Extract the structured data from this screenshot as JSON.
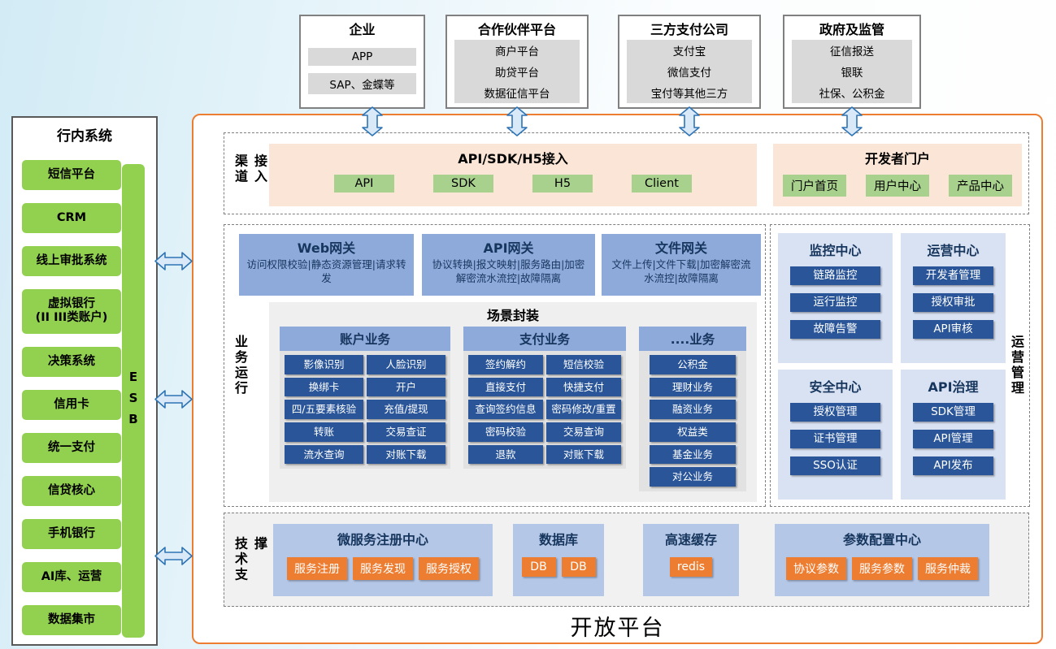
{
  "colors": {
    "accent_orange": "#ED7D31",
    "orange_fill": "#FBE5D6",
    "green": "#92D050",
    "light_green": "#A9D18E",
    "blue_header": "#8EAADB",
    "navy_item": "#2A5699",
    "navy_text": "#17365D",
    "ops_box_blue": "#D9E2F3",
    "tech_box_blue": "#B4C7E7",
    "gray_item": "#D9D9D9",
    "arrow_blue": "#2E74B5"
  },
  "external_systems": [
    {
      "title": "企业",
      "items": [
        "APP",
        "SAP、金蝶等"
      ]
    },
    {
      "title": "合作伙伴平台",
      "items": [
        "商户平台",
        "助贷平台",
        "数据征信平台"
      ]
    },
    {
      "title": "三方支付公司",
      "items": [
        "支付宝",
        "微信支付",
        "宝付等其他三方"
      ]
    },
    {
      "title": "政府及监管",
      "items": [
        "征信报送",
        "银联",
        "社保、公积金"
      ]
    }
  ],
  "sidebar": {
    "title": "行内系统",
    "items": [
      "短信平台",
      "CRM",
      "线上审批系统",
      "虚拟银行\n(II III类账户)",
      "决策系统",
      "信用卡",
      "统一支付",
      "信贷核心",
      "手机银行",
      "AI库、运营",
      "数据集市"
    ],
    "esb_label": "ESB"
  },
  "platform": {
    "title": "开放平台",
    "channel": {
      "label": "渠道接入",
      "access": {
        "title": "API/SDK/H5接入",
        "buttons": [
          "API",
          "SDK",
          "H5",
          "Client"
        ]
      },
      "portal": {
        "title": "开发者门户",
        "buttons": [
          "门户首页",
          "用户中心",
          "产品中心"
        ]
      }
    },
    "business": {
      "label": "业务运行",
      "gateways": [
        {
          "title": "Web网关",
          "desc": "访问权限校验|静态资源管理|请求转发"
        },
        {
          "title": "API网关",
          "desc": "协议转换|报文映射|服务路由|加密解密流水流控|故障隔离"
        },
        {
          "title": "文件网关",
          "desc": "文件上传|文件下载|加密解密流水流控|故障隔离"
        }
      ],
      "scenario": {
        "title": "场景封装",
        "columns": [
          {
            "title": "账户业务",
            "items": [
              "影像识别",
              "人脸识别",
              "换绑卡",
              "开户",
              "四/五要素核验",
              "充值/提现",
              "转账",
              "交易查证",
              "流水查询",
              "对账下载"
            ]
          },
          {
            "title": "支付业务",
            "items": [
              "签约解约",
              "短信校验",
              "直接支付",
              "快捷支付",
              "查询签约信息",
              "密码修改/重置",
              "密码校验",
              "交易查询",
              "退款",
              "对账下载"
            ]
          },
          {
            "title": "....业务",
            "items": [
              "公积金",
              "理财业务",
              "融资业务",
              "权益类",
              "基金业务",
              "对公业务"
            ]
          }
        ]
      }
    },
    "operations": {
      "label": "运营管理",
      "centers": [
        {
          "title": "监控中心",
          "items": [
            "链路监控",
            "运行监控",
            "故障告警"
          ]
        },
        {
          "title": "运营中心",
          "items": [
            "开发者管理",
            "授权审批",
            "API审核"
          ]
        },
        {
          "title": "安全中心",
          "items": [
            "授权管理",
            "证书管理",
            "SSO认证"
          ]
        },
        {
          "title": "API治理",
          "items": [
            "SDK管理",
            "API管理",
            "API发布"
          ]
        }
      ]
    },
    "tech": {
      "label": "技术支撑",
      "boxes": [
        {
          "title": "微服务注册中心",
          "items": [
            "服务注册",
            "服务发现",
            "服务授权"
          ]
        },
        {
          "title": "数据库",
          "items": [
            "DB",
            "DB"
          ]
        },
        {
          "title": "高速缓存",
          "items": [
            "redis"
          ]
        },
        {
          "title": "参数配置中心",
          "items": [
            "协议参数",
            "服务参数",
            "服务仲裁"
          ]
        }
      ]
    }
  }
}
